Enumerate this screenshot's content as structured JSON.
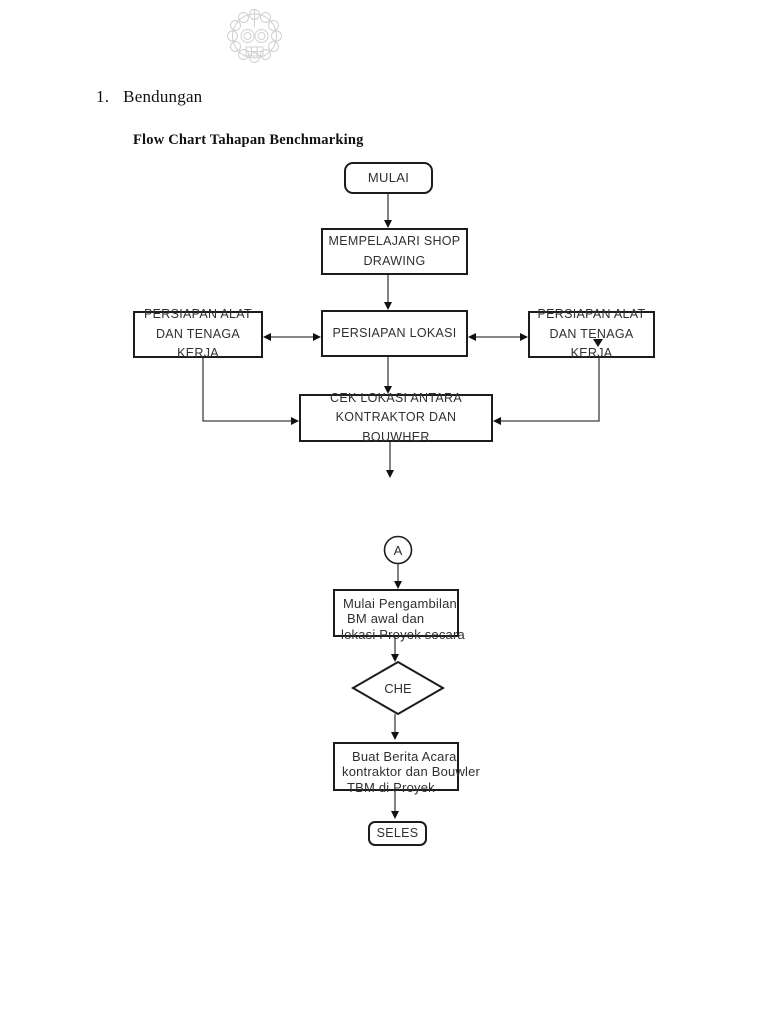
{
  "document": {
    "heading_number": "1.",
    "heading_text": "Bendungan",
    "subtitle": "Flow Chart Tahapan Benchmarking",
    "logo_name": "university-seal-watermark"
  },
  "flowchart": {
    "start": {
      "label": "MULAI"
    },
    "shop_drawing": {
      "line1": "MEMPELAJARI SHOP",
      "line2": "DRAWING"
    },
    "left_prep": {
      "line1": "PERSIAPAN ALAT",
      "line2": "DAN TENAGA KERJA"
    },
    "center_prep": {
      "label": "PERSIAPAN LOKASI"
    },
    "right_prep": {
      "line1": "PERSIAPAN ALAT",
      "line2": "DAN TENAGA KERJA"
    },
    "check_location": {
      "line1": "CEK LOKASI ANTARA",
      "line2": "KONTRAKTOR DAN BOUWHER"
    },
    "off_page_connector": {
      "label": "A"
    },
    "bm_start": {
      "line1": "Mulai Pengambilan",
      "line2": "BM awal dan",
      "line3": "lokasi Proyek secara"
    },
    "decision": {
      "label": "CHE"
    },
    "berita_acara": {
      "line1": "Buat Berita Acara",
      "line2": "kontraktor dan Bouwler",
      "line3": "TBM di Proyek"
    },
    "end": {
      "label": "SELES"
    }
  },
  "colors": {
    "ink": "#1c1c1c",
    "connector_line": "#3f3f3f",
    "arrowhead": "#111111",
    "watermark_gray": "#c6c6c6",
    "page_background": "#ffffff"
  }
}
